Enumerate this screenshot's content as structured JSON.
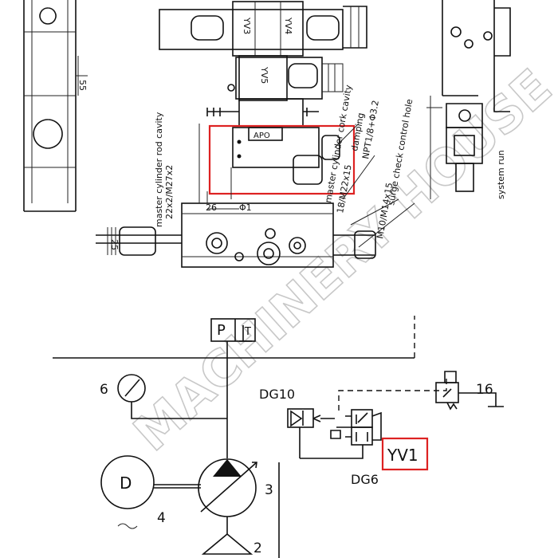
{
  "valve_labels": {
    "yv3": "YV3",
    "yv4": "YV4",
    "yv5": "YV5"
  },
  "callouts": {
    "damping": "damping",
    "npt": "NPT1/8+Φ3.2",
    "surge_hole": "surge check control hole",
    "m10": "M10/M14x15",
    "system_run": "system run",
    "master_rod_1": "master cylinder rod cavity",
    "master_rod_2": "22x2/M27x2",
    "master_cork_1": "master cylinder cork cavity",
    "master_cork_2": "18/M22x15",
    "dim_55": "55",
    "dim_26": "26",
    "dim_25": "25",
    "dim_phi": "Φ1"
  },
  "schematic": {
    "port_p": "P",
    "port_t": "T",
    "gauge_num": "6",
    "dg10": "DG10",
    "dg6": "DG6",
    "yv1": "YV1",
    "relief_num": "16",
    "motor_letter": "D",
    "motor_num": "4",
    "pump_num": "3",
    "tank_num": "2"
  },
  "watermark": "MACHINERY HOUSE",
  "colors": {
    "highlight": "#d22222",
    "ink": "#111111",
    "watermark": "#c8c8c8"
  }
}
